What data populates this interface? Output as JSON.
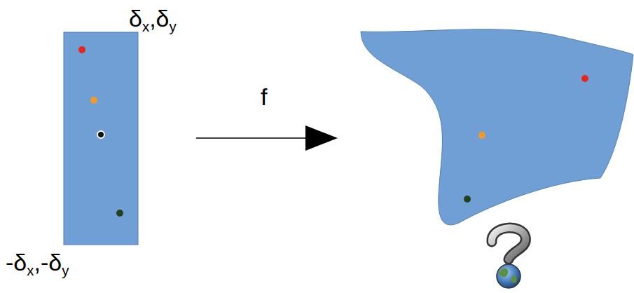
{
  "diagram": {
    "labels": [
      "δx,δy",
      "-δx,-δy",
      "f"
    ]
  }
}
